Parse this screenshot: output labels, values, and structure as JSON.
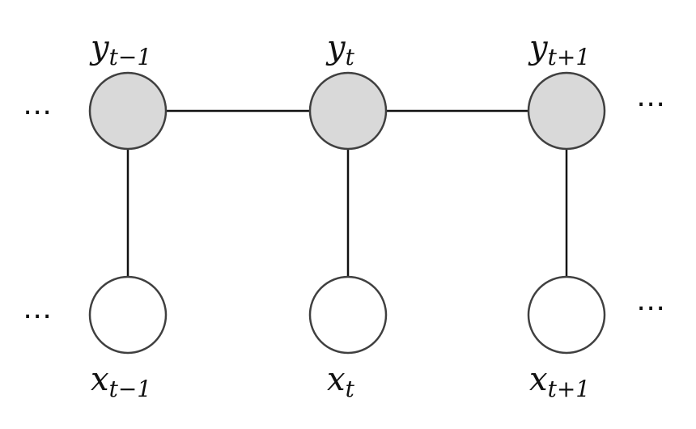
{
  "diagram": {
    "hidden_nodes": [
      {
        "var": "y",
        "sub": "t−1"
      },
      {
        "var": "y",
        "sub": "t"
      },
      {
        "var": "y",
        "sub": "t+1"
      }
    ],
    "observed_nodes": [
      {
        "var": "x",
        "sub": "t−1"
      },
      {
        "var": "x",
        "sub": "t"
      },
      {
        "var": "x",
        "sub": "t+1"
      }
    ],
    "ellipsis": "⋯",
    "colors": {
      "hidden_fill": "#d9d9d9",
      "observed_fill": "#ffffff",
      "stroke": "#404040",
      "edge": "#111111"
    }
  }
}
